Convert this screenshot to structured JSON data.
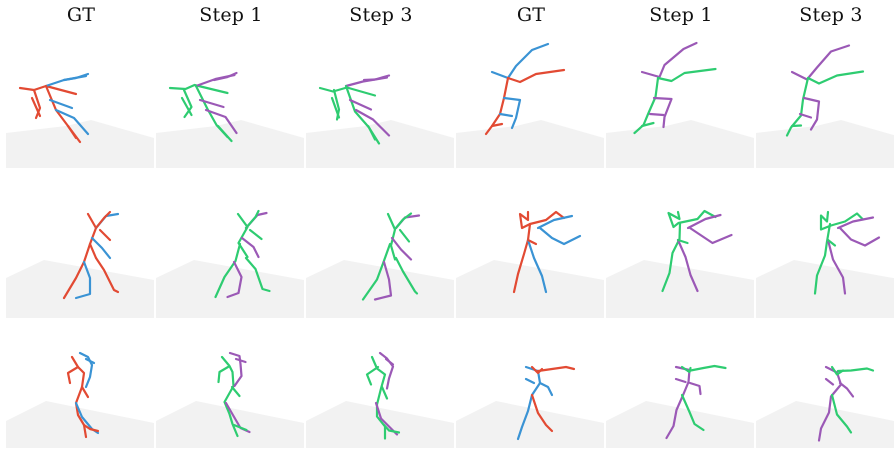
{
  "headers": [
    "GT",
    "Step 1",
    "Step 3",
    "GT",
    "Step 1",
    "Step 3"
  ],
  "colors": {
    "gt_left": "#e24a33",
    "gt_right": "#3a93d4",
    "pred_left": "#2ecc71",
    "pred_right": "#9b59b6",
    "floor": "#f2f2f2"
  }
}
